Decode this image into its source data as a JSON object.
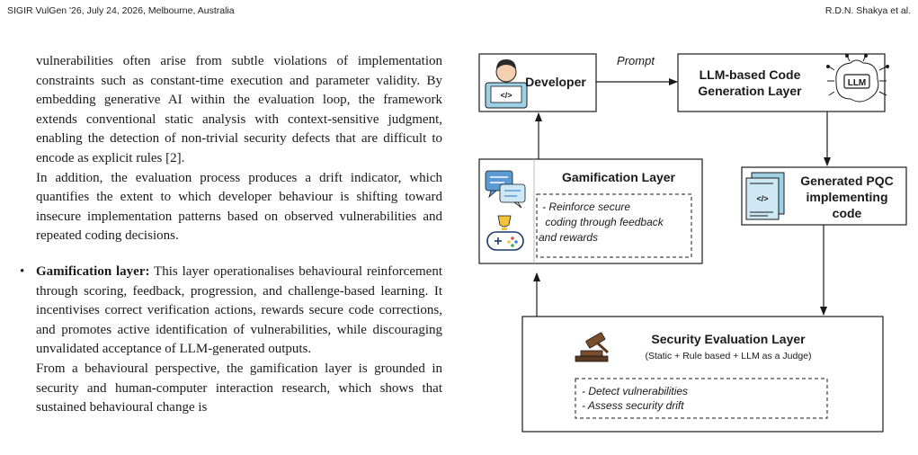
{
  "header": {
    "venue": "SIGIR VulGen '26, July 24, 2026, Melbourne, Australia",
    "authors": "R.D.N. Shakya et al."
  },
  "body": {
    "para1": "vulnerabilities often arise from subtle violations of implementation constraints such as constant-time execution and parameter validity. By embedding generative AI within the evaluation loop, the framework extends conventional static analysis with context-sensitive judgment, enabling the detection of non-trivial security defects that are difficult to encode as explicit rules [2].",
    "para2": "In addition, the evaluation process produces a drift indicator, which quantifies the extent to which developer behaviour is shifting toward insecure implementation patterns based on observed vulnerabilities and repeated coding decisions.",
    "bullet_label": "Gamification layer:",
    "bullet_text": " This layer operationalises behavioural reinforcement through scoring, feedback, progression, and challenge-based learning. It incentivises correct verification actions, rewards secure code corrections, and promotes active identification of vulnerabilities, while discouraging unvalidated acceptance of LLM-generated outputs.",
    "para3": "From a behavioural perspective, the gamification layer is grounded in security and human-computer interaction research, which shows that sustained behavioural change is"
  },
  "figure": {
    "prompt_label": "Prompt",
    "developer": "Developer",
    "llm_title_1": "LLM-based Code",
    "llm_title_2": "Generation Layer",
    "llm_badge": "LLM",
    "pqc_1": "Generated PQC",
    "pqc_2": "implementing",
    "pqc_3": "code",
    "gam_title": "Gamification Layer",
    "gam_note_1": "- Reinforce secure",
    "gam_note_2": " coding through feedback",
    "gam_note_3": "and rewards",
    "sec_title": "Security Evaluation Layer",
    "sec_sub": "(Static + Rule based + LLM as a Judge)",
    "sec_note_1": "- Detect vulnerabilities",
    "sec_note_2": "- Assess security drift",
    "code_glyph": "</>"
  }
}
